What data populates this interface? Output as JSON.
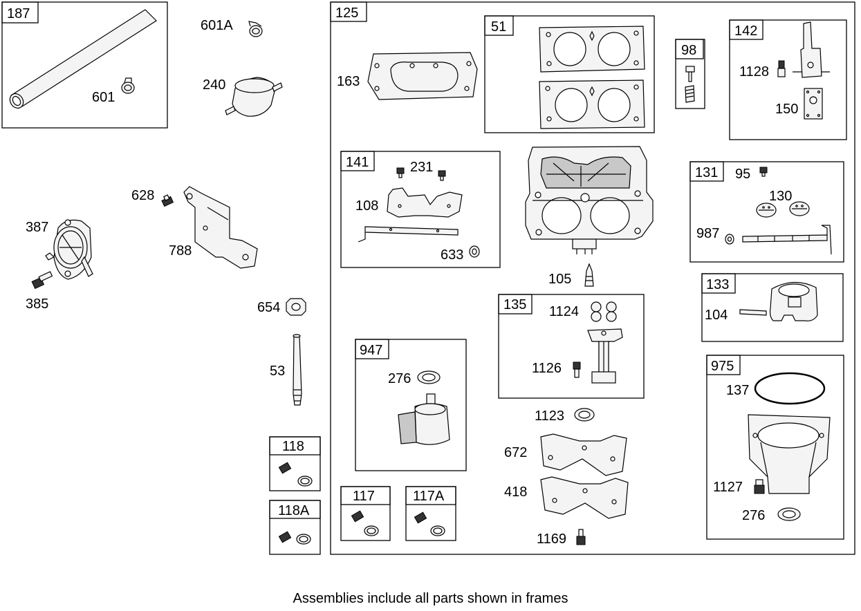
{
  "frames": {
    "f187": "187",
    "f125": "125",
    "f51": "51",
    "f98": "98",
    "f142": "142",
    "f141": "141",
    "f131": "131",
    "f133": "133",
    "f135": "135",
    "f947": "947",
    "f975": "975",
    "f118": "118",
    "f118A": "118A",
    "f117": "117",
    "f117A": "117A"
  },
  "labels": {
    "p601": "601",
    "p601A": "601A",
    "p240": "240",
    "p628": "628",
    "p788": "788",
    "p387": "387",
    "p385": "385",
    "p654": "654",
    "p53": "53",
    "p163": "163",
    "p1128": "1128",
    "p150": "150",
    "p231": "231",
    "p108": "108",
    "p633": "633",
    "p95": "95",
    "p130": "130",
    "p987": "987",
    "p105": "105",
    "p104": "104",
    "p1124": "1124",
    "p1126": "1126",
    "p1123": "1123",
    "p672": "672",
    "p418": "418",
    "p1169": "1169",
    "p276a": "276",
    "p137": "137",
    "p1127": "1127",
    "p276b": "276"
  },
  "footer": "Assemblies include all parts shown in frames"
}
